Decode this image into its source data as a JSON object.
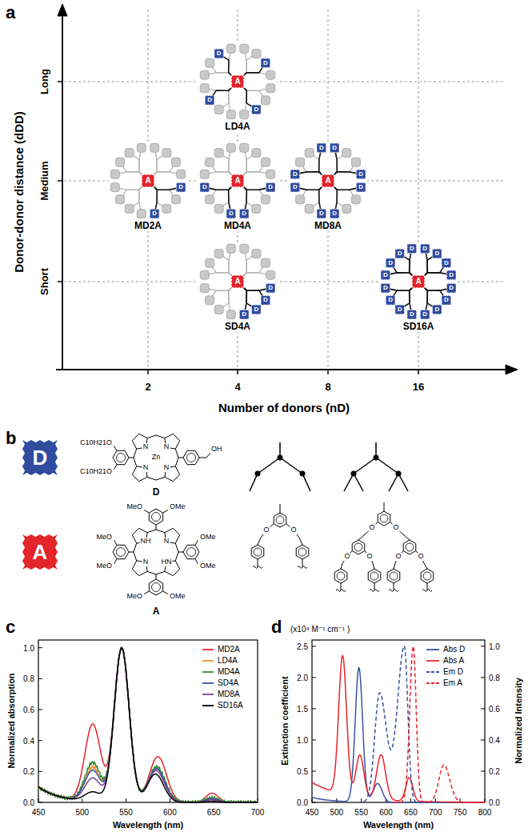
{
  "diagram": {
    "nodes": [
      {
        "text": [
          "LD4A"
        ]
      },
      {
        "text": [
          "A"
        ],
        "in": 0
      },
      {
        "text": [
          "D"
        ],
        "in": 0
      },
      {
        "text": [
          "D"
        ],
        "in": 0
      },
      {
        "text": [
          "D"
        ],
        "in": 0
      },
      {
        "text": [
          "D"
        ],
        "in": 0
      },
      {
        "text": [
          "MD2A"
        ]
      },
      {
        "text": [
          "A"
        ],
        "in": 6
      },
      {
        "text": [
          "D"
        ],
        "in": 6
      },
      {
        "text": [
          "D"
        ],
        "in": 6
      },
      {
        "text": [
          "MD4A"
        ]
      },
      {
        "text": [
          "A"
        ],
        "in": 10
      },
      {
        "text": [
          "D"
        ],
        "in": 10
      },
      {
        "text": [
          "D"
        ],
        "in": 10
      },
      {
        "text": [
          "D"
        ],
        "in": 10
      },
      {
        "text": [
          "D"
        ],
        "in": 10
      },
      {
        "text": [
          "MD8A"
        ]
      },
      {
        "text": [
          "A"
        ],
        "in": 16
      },
      {
        "text": [
          "D"
        ],
        "in": 16
      },
      {
        "text": [
          "D"
        ],
        "in": 16
      },
      {
        "text": [
          "D"
        ],
        "in": 16
      },
      {
        "text": [
          "D"
        ],
        "in": 16
      },
      {
        "text": [
          "D"
        ],
        "in": 16
      },
      {
        "text": [
          "D"
        ],
        "in": 16
      },
      {
        "text": [
          "D"
        ],
        "in": 16
      },
      {
        "text": [
          "D"
        ],
        "in": 16
      },
      {
        "text": [
          "SD4A"
        ]
      },
      {
        "text": [
          "A"
        ],
        "in": 26
      },
      {
        "text": [
          "D"
        ],
        "in": 26
      },
      {
        "text": [
          "D"
        ],
        "in": 26
      },
      {
        "text": [
          "D"
        ],
        "in": 26
      },
      {
        "text": [
          "D"
        ],
        "in": 26
      },
      {
        "text": [
          "SD16A"
        ]
      },
      {
        "text": [
          "A"
        ],
        "in": 32
      },
      {
        "text": [
          "D"
        ],
        "in": 32
      },
      {
        "text": [
          "D"
        ],
        "in": 32
      },
      {
        "text": [
          "D"
        ],
        "in": 32
      },
      {
        "text": [
          "D"
        ],
        "in": 32
      },
      {
        "text": [
          "D"
        ],
        "in": 32
      },
      {
        "text": [
          "D"
        ],
        "in": 32
      },
      {
        "text": [
          "D"
        ],
        "in": 32
      },
      {
        "text": [
          "D"
        ],
        "in": 32
      },
      {
        "text": [
          "D"
        ],
        "in": 32
      },
      {
        "text": [
          "D"
        ],
        "in": 32
      },
      {
        "text": [
          "D"
        ],
        "in": 32
      },
      {
        "text": [
          "D"
        ],
        "in": 32
      },
      {
        "text": [
          "D"
        ],
        "in": 32
      },
      {
        "text": [
          "D"
        ],
        "in": 32
      },
      {
        "text": [
          "D"
        ],
        "in": 32
      },
      {
        "text": [
          "D"
        ],
        "in": 32
      },
      {
        "text": [
          "D"
        ]
      },
      {
        "text": [
          "A"
        ]
      }
    ],
    "edges": [
      {
        "from": 1,
        "to": 2,
        "arrow": "none"
      },
      {
        "from": 1,
        "to": 3,
        "arrow": "none"
      },
      {
        "from": 1,
        "to": 4,
        "arrow": "none"
      },
      {
        "from": 1,
        "to": 5,
        "arrow": "none"
      },
      {
        "from": 7,
        "to": 8,
        "arrow": "none"
      },
      {
        "from": 7,
        "to": 9,
        "arrow": "none"
      },
      {
        "from": 11,
        "to": 12,
        "arrow": "none"
      },
      {
        "from": 11,
        "to": 13,
        "arrow": "none"
      },
      {
        "from": 11,
        "to": 14,
        "arrow": "none"
      },
      {
        "from": 11,
        "to": 15,
        "arrow": "none"
      },
      {
        "from": 17,
        "to": 18,
        "arrow": "none"
      },
      {
        "from": 17,
        "to": 19,
        "arrow": "none"
      },
      {
        "from": 17,
        "to": 20,
        "arrow": "none"
      },
      {
        "from": 17,
        "to": 21,
        "arrow": "none"
      },
      {
        "from": 17,
        "to": 22,
        "arrow": "none"
      },
      {
        "from": 17,
        "to": 23,
        "arrow": "none"
      },
      {
        "from": 17,
        "to": 24,
        "arrow": "none"
      },
      {
        "from": 17,
        "to": 25,
        "arrow": "none"
      },
      {
        "from": 27,
        "to": 28,
        "arrow": "none"
      },
      {
        "from": 27,
        "to": 29,
        "arrow": "none"
      },
      {
        "from": 27,
        "to": 30,
        "arrow": "none"
      },
      {
        "from": 27,
        "to": 31,
        "arrow": "none"
      },
      {
        "from": 33,
        "to": 34,
        "arrow": "none"
      },
      {
        "from": 33,
        "to": 35,
        "arrow": "none"
      },
      {
        "from": 33,
        "to": 36,
        "arrow": "none"
      },
      {
        "from": 33,
        "to": 37,
        "arrow": "none"
      },
      {
        "from": 33,
        "to": 38,
        "arrow": "none"
      },
      {
        "from": 33,
        "to": 39,
        "arrow": "none"
      },
      {
        "from": 33,
        "to": 40,
        "arrow": "none"
      },
      {
        "from": 33,
        "to": 41,
        "arrow": "none"
      },
      {
        "from": 33,
        "to": 42,
        "arrow": "none"
      },
      {
        "from": 33,
        "to": 43,
        "arrow": "none"
      },
      {
        "from": 33,
        "to": 44,
        "arrow": "none"
      },
      {
        "from": 33,
        "to": 45,
        "arrow": "none"
      },
      {
        "from": 33,
        "to": 46,
        "arrow": "none"
      },
      {
        "from": 33,
        "to": 47,
        "arrow": "none"
      },
      {
        "from": 33,
        "to": 48,
        "arrow": "none"
      },
      {
        "from": 33,
        "to": 49,
        "arrow": "none"
      }
    ],
    "labels": [
      "a",
      "Long",
      "Medium",
      "Short",
      "Donor-donor distance (dDD)",
      "2",
      "4",
      "8",
      "16",
      "Number of donors (nD)",
      "b",
      "C10H21O",
      "C10H21O",
      "N",
      "N",
      "Zn",
      "N",
      "N",
      "OH",
      "D",
      "O",
      "O",
      "O",
      "O",
      "O",
      "O",
      "O",
      "O",
      "MeO",
      "OMe",
      "MeO",
      "NH",
      "N",
      "OMe",
      "MeO",
      "N",
      "HN",
      "OMe",
      "MeO",
      "OMe",
      "A",
      "c",
      "0.0",
      "0.2",
      "0.4",
      "0.6",
      "0.8",
      "1.0",
      "Normalized absorption",
      "450",
      "500",
      "550",
      "600",
      "650",
      "700",
      "Wavelength (nm)",
      "d",
      "(x10⁴ M⁻¹ cm⁻¹ )",
      "0.0",
      "0.5",
      "1.0",
      "1.5",
      "2.0",
      "2.5",
      "Extinction coefficient",
      "0.0",
      "0.2",
      "0.4",
      "0.6",
      "0.8",
      "1.0",
      "Normalized Intensity",
      "450",
      "500",
      "550",
      "600",
      "650",
      "700",
      "750",
      "800",
      "Wavelength (nm)"
    ],
    "legend": [
      {
        "text": "MD2A",
        "color": "#e8242b"
      },
      {
        "text": "LD4A",
        "color": "#f5921e"
      },
      {
        "text": "MD4A",
        "color": "#2f8f3a"
      },
      {
        "text": "SD4A",
        "color": "#3953a4"
      },
      {
        "text": "MD8A",
        "color": "#7f3f98"
      },
      {
        "text": "SD16A",
        "color": "#000000"
      },
      {
        "text": "Abs D",
        "color": "#3953a4"
      },
      {
        "text": "Abs A",
        "color": "#e8242b"
      },
      {
        "text": "Em D",
        "color": "#3953a4"
      },
      {
        "text": "Em A",
        "color": "#e8242b"
      }
    ]
  }
}
